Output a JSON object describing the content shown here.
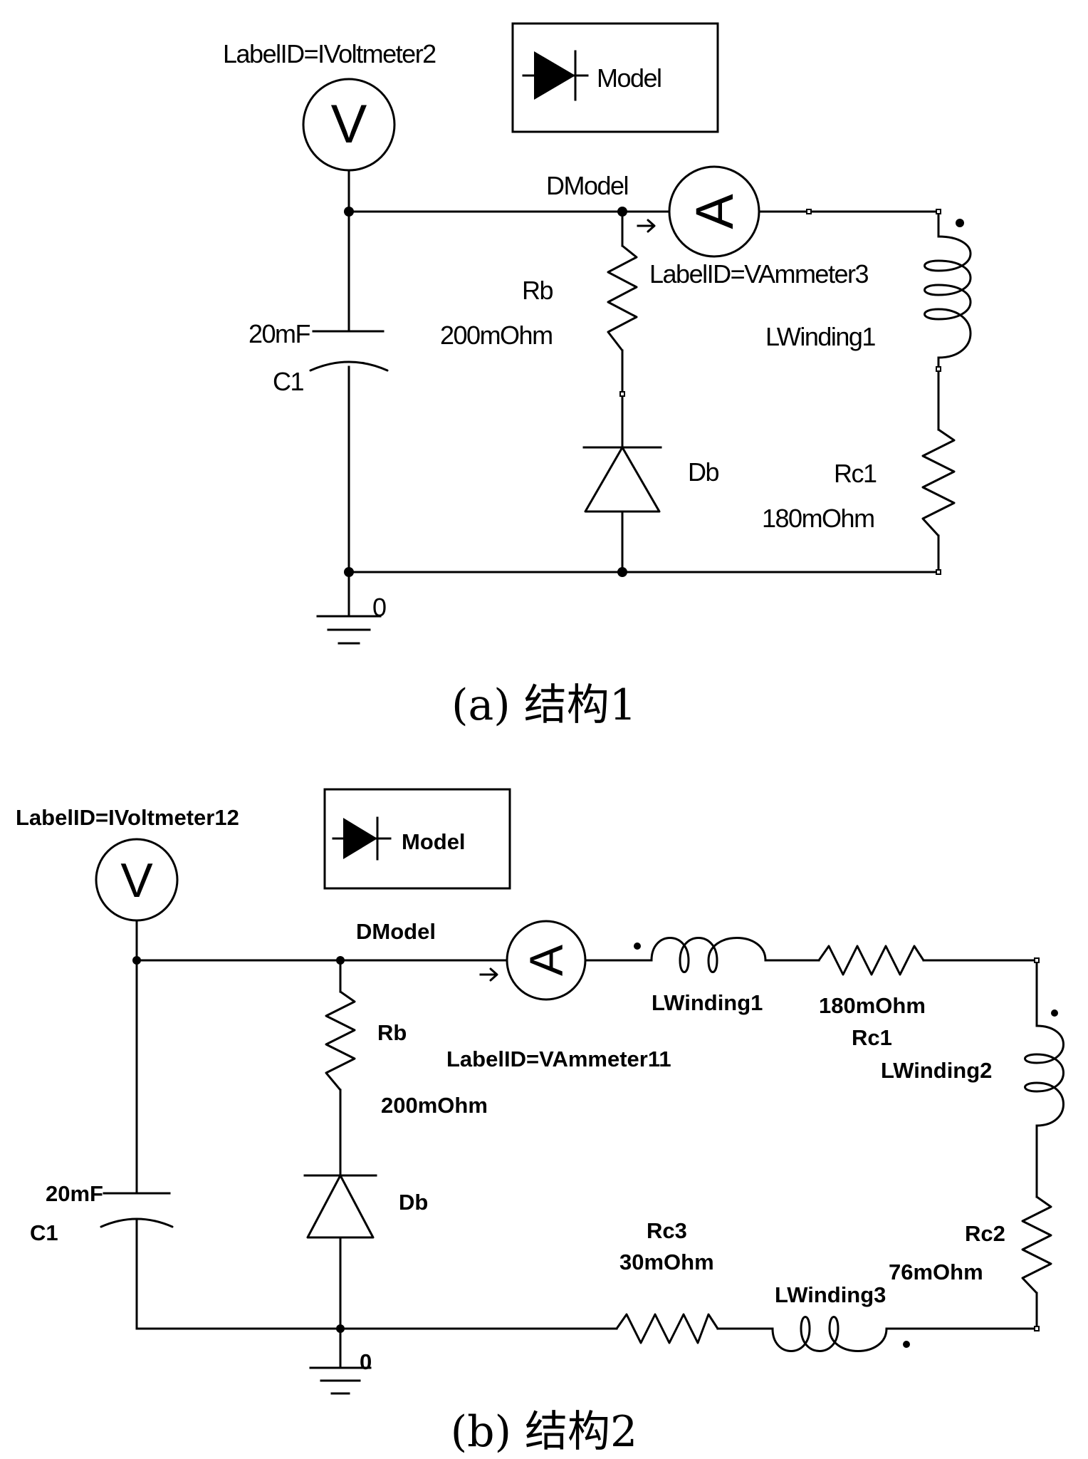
{
  "diagram_a": {
    "voltmeter_label": "LabelID=IVoltmeter2",
    "voltmeter_symbol": "V",
    "model_label": "Model",
    "dmodel": "DModel",
    "ammeter_label": "LabelID=VAmmeter3",
    "ammeter_symbol": "A",
    "cap_value": "20mF",
    "cap_name": "C1",
    "rb_name": "Rb",
    "rb_value": "200mOhm",
    "lwinding1": "LWinding1",
    "db": "Db",
    "rc1_name": "Rc1",
    "rc1_value": "180mOhm",
    "ground": "0",
    "caption": "(a) 结构1"
  },
  "diagram_b": {
    "voltmeter_label": "LabelID=IVoltmeter12",
    "voltmeter_symbol": "V",
    "model_label": "Model",
    "dmodel": "DModel",
    "ammeter_label": "LabelID=VAmmeter11",
    "ammeter_symbol": "A",
    "cap_value": "20mF",
    "cap_name": "C1",
    "rb_name": "Rb",
    "rb_value": "200mOhm",
    "db": "Db",
    "lwinding1": "LWinding1",
    "rc1_value": "180mOhm",
    "rc1_name": "Rc1",
    "lwinding2": "LWinding2",
    "rc2_name": "Rc2",
    "rc2_value": "76mOhm",
    "rc3_name": "Rc3",
    "rc3_value": "30mOhm",
    "lwinding3": "LWinding3",
    "ground": "0",
    "caption": "(b) 结构2"
  }
}
